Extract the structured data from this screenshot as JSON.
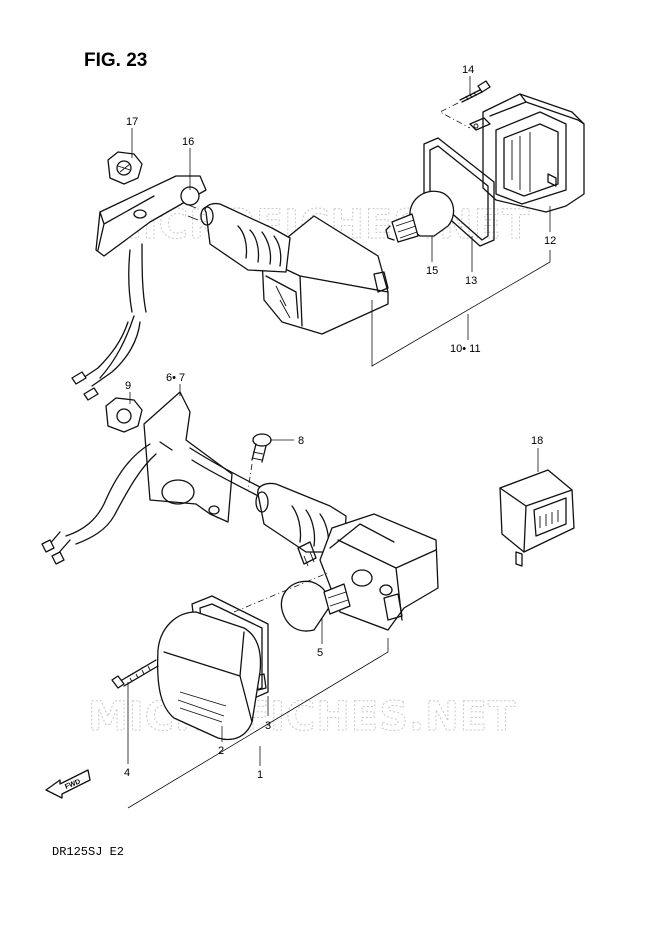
{
  "figure": {
    "title": "FIG. 23",
    "model_code": "DR125SJ E2",
    "watermark": "MICROFICHES.NET",
    "fwd_label": "FWD"
  },
  "callouts": [
    {
      "id": "c14",
      "label": "14"
    },
    {
      "id": "c17",
      "label": "17"
    },
    {
      "id": "c16",
      "label": "16"
    },
    {
      "id": "c12",
      "label": "12"
    },
    {
      "id": "c15",
      "label": "15"
    },
    {
      "id": "c13",
      "label": "13"
    },
    {
      "id": "c10-11",
      "label": "10• 11"
    },
    {
      "id": "c9",
      "label": "9"
    },
    {
      "id": "c6-7",
      "label": "6• 7"
    },
    {
      "id": "c8",
      "label": "8"
    },
    {
      "id": "c18",
      "label": "18"
    },
    {
      "id": "c5",
      "label": "5"
    },
    {
      "id": "c3",
      "label": "3"
    },
    {
      "id": "c2",
      "label": "2"
    },
    {
      "id": "c4",
      "label": "4"
    },
    {
      "id": "c1",
      "label": "1"
    }
  ]
}
